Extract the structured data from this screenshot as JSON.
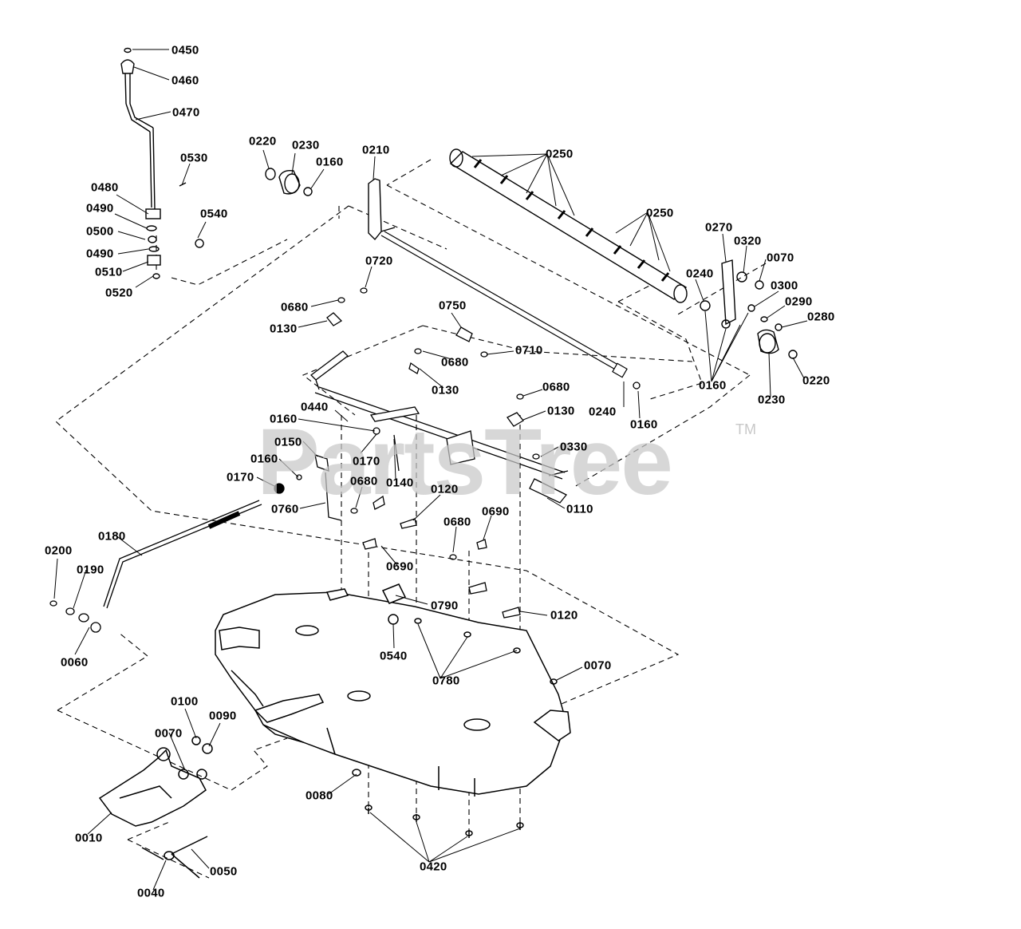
{
  "watermark": {
    "text": "PartsTree",
    "tm": "TM"
  },
  "callouts": [
    {
      "id": "c0450",
      "text": "0450"
    },
    {
      "id": "c0460",
      "text": "0460"
    },
    {
      "id": "c0470",
      "text": "0470"
    },
    {
      "id": "c0530",
      "text": "0530"
    },
    {
      "id": "c0480",
      "text": "0480"
    },
    {
      "id": "c0490a",
      "text": "0490"
    },
    {
      "id": "c0540a",
      "text": "0540"
    },
    {
      "id": "c0500",
      "text": "0500"
    },
    {
      "id": "c0490b",
      "text": "0490"
    },
    {
      "id": "c0510",
      "text": "0510"
    },
    {
      "id": "c0520",
      "text": "0520"
    },
    {
      "id": "c0220a",
      "text": "0220"
    },
    {
      "id": "c0230a",
      "text": "0230"
    },
    {
      "id": "c0160a",
      "text": "0160"
    },
    {
      "id": "c0210",
      "text": "0210"
    },
    {
      "id": "c0250a",
      "text": "0250"
    },
    {
      "id": "c0250b",
      "text": "0250"
    },
    {
      "id": "c0270",
      "text": "0270"
    },
    {
      "id": "c0320",
      "text": "0320"
    },
    {
      "id": "c0070a",
      "text": "0070"
    },
    {
      "id": "c0240a",
      "text": "0240"
    },
    {
      "id": "c0300",
      "text": "0300"
    },
    {
      "id": "c0290",
      "text": "0290"
    },
    {
      "id": "c0280",
      "text": "0280"
    },
    {
      "id": "c0160b",
      "text": "0160"
    },
    {
      "id": "c0230b",
      "text": "0230"
    },
    {
      "id": "c0220b",
      "text": "0220"
    },
    {
      "id": "c0720",
      "text": "0720"
    },
    {
      "id": "c0680a",
      "text": "0680"
    },
    {
      "id": "c0130a",
      "text": "0130"
    },
    {
      "id": "c0750",
      "text": "0750"
    },
    {
      "id": "c0710",
      "text": "0710"
    },
    {
      "id": "c0680b",
      "text": "0680"
    },
    {
      "id": "c0130b",
      "text": "0130"
    },
    {
      "id": "c0240b",
      "text": "0240"
    },
    {
      "id": "c0160c",
      "text": "0160"
    },
    {
      "id": "c0680c",
      "text": "0680"
    },
    {
      "id": "c0130c",
      "text": "0130"
    },
    {
      "id": "c0440",
      "text": "0440"
    },
    {
      "id": "c0160d",
      "text": "0160"
    },
    {
      "id": "c0150",
      "text": "0150"
    },
    {
      "id": "c0170a",
      "text": "0170"
    },
    {
      "id": "c0160e",
      "text": "0160"
    },
    {
      "id": "c0330",
      "text": "0330"
    },
    {
      "id": "c0170b",
      "text": "0170"
    },
    {
      "id": "c0140",
      "text": "0140"
    },
    {
      "id": "c0760",
      "text": "0760"
    },
    {
      "id": "c0680d",
      "text": "0680"
    },
    {
      "id": "c0120a",
      "text": "0120"
    },
    {
      "id": "c0690a",
      "text": "0690"
    },
    {
      "id": "c0110",
      "text": "0110"
    },
    {
      "id": "c0680e",
      "text": "0680"
    },
    {
      "id": "c0180",
      "text": "0180"
    },
    {
      "id": "c0200",
      "text": "0200"
    },
    {
      "id": "c0190",
      "text": "0190"
    },
    {
      "id": "c0690b",
      "text": "0690"
    },
    {
      "id": "c0790",
      "text": "0790"
    },
    {
      "id": "c0120b",
      "text": "0120"
    },
    {
      "id": "c0540b",
      "text": "0540"
    },
    {
      "id": "c0060",
      "text": "0060"
    },
    {
      "id": "c0780",
      "text": "0780"
    },
    {
      "id": "c0070b",
      "text": "0070"
    },
    {
      "id": "c0100",
      "text": "0100"
    },
    {
      "id": "c0090",
      "text": "0090"
    },
    {
      "id": "c0070c",
      "text": "0070"
    },
    {
      "id": "c0080",
      "text": "0080"
    },
    {
      "id": "c0010",
      "text": "0010"
    },
    {
      "id": "c0420",
      "text": "0420"
    },
    {
      "id": "c0050",
      "text": "0050"
    },
    {
      "id": "c0040",
      "text": "0040"
    }
  ]
}
